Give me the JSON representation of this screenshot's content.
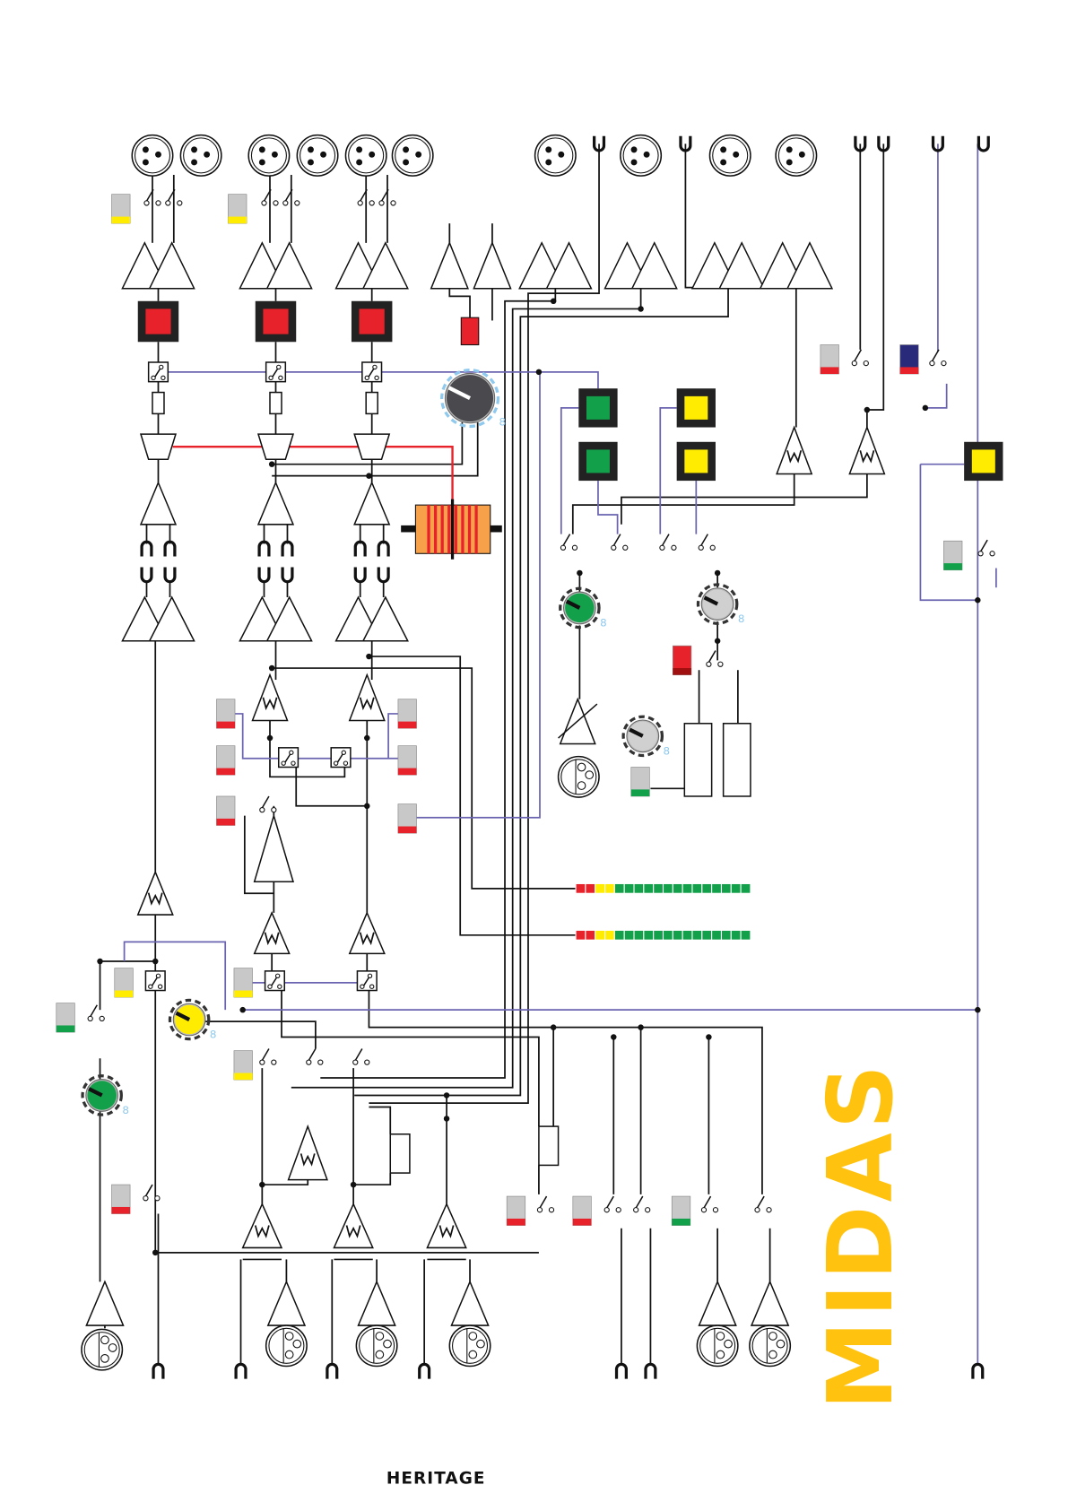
{
  "logos": {
    "brand": "MIDAS",
    "product": "HERITAGE"
  },
  "knob_label": "8",
  "colors": {
    "wire": "#111111",
    "bus_wire": "#6a64b0",
    "insert_wire": "#e8222a",
    "red": "#e8222a",
    "green": "#12a04a",
    "yellow": "#ffec00",
    "navy": "#2a2a7a",
    "knob_dark": "#4a4a4e",
    "fader": "#f7a24a",
    "logo": "#ffc20e",
    "button_grey": "#c8c8c8"
  },
  "meters": [
    {
      "segments": 18,
      "red": 2,
      "yellow": 2,
      "green": 14
    },
    {
      "segments": 18,
      "red": 2,
      "yellow": 2,
      "green": 14
    }
  ]
}
